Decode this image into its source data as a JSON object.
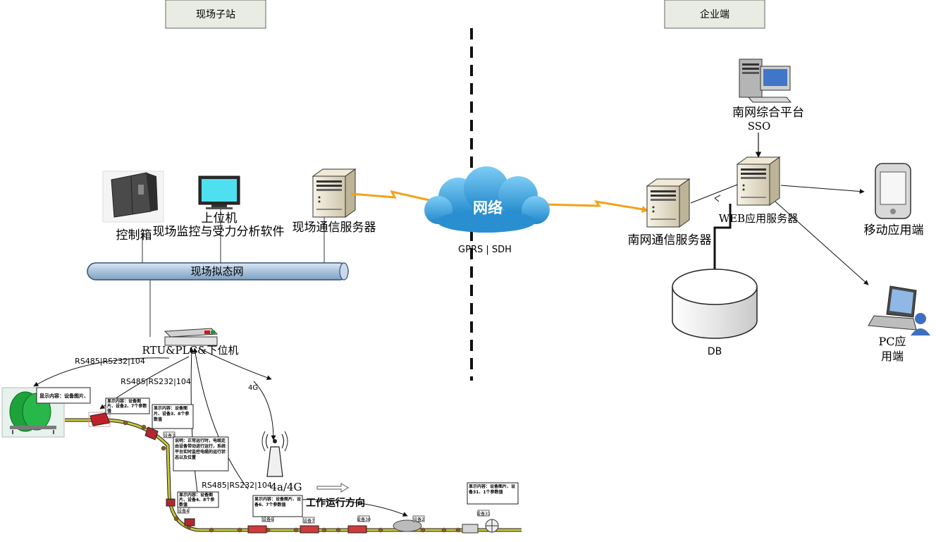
{
  "headers": {
    "site_substation": "现场子站",
    "enterprise": "企业端"
  },
  "site": {
    "control_cabinet": "控制箱",
    "upper_pc": "上位机",
    "monitor_software": "现场监控与受力分析软件",
    "comm_server": "现场通信服务器",
    "bus": "现场拟态网",
    "rtu": "RTU&PLC&下位机",
    "link_rs_1": "RS485|RS232|104",
    "link_rs_2": "RS485|RS232|104",
    "link_rs_3": "RS485|RS232|104",
    "link_4g": "4G",
    "antenna_label": "4a/4G",
    "run_direction": "工作运行方向"
  },
  "network": {
    "cloud": "网络",
    "link": "GPRS | SDH"
  },
  "enterprise": {
    "platform": "南网综合平台",
    "sso": "SSO",
    "web_server": "WEB应用服务器",
    "comm_server": "南网通信服务器",
    "db": "DB",
    "mobile": "移动应用端",
    "pc_line1": "PC应",
    "pc_line2": "用端"
  },
  "notes": {
    "n1": "显示内容：设备图片、",
    "n2": "显示内容：设备图片、设备2、7个参数值",
    "n3": "显示内容：设备图片、设备3、8个参数值",
    "n4": "说明：正常运行时，电缆走由设备带动进行运行，系统平台实时监控电缆的运行状态以及位置",
    "n5": "显示内容：设备图片、设备4、8个参数值",
    "n6": "显示内容：设备图片、设备6、7个参数值",
    "n7": "显示内容：设备图片、设备31、1个参数值"
  },
  "devices": {
    "d2": "设备2",
    "d3": "设备3",
    "d4": "设备4",
    "d5": "设备5",
    "d6": "设备6",
    "d7": "设备7",
    "d30": "设备30",
    "d31": "设备31"
  },
  "colors": {
    "header_bg": "#e9ece2",
    "bus_fill": "#b8cde3",
    "cloud": "#3fa7e0",
    "lightning": "#f2a21a",
    "cable_track": "#c8c83a"
  }
}
